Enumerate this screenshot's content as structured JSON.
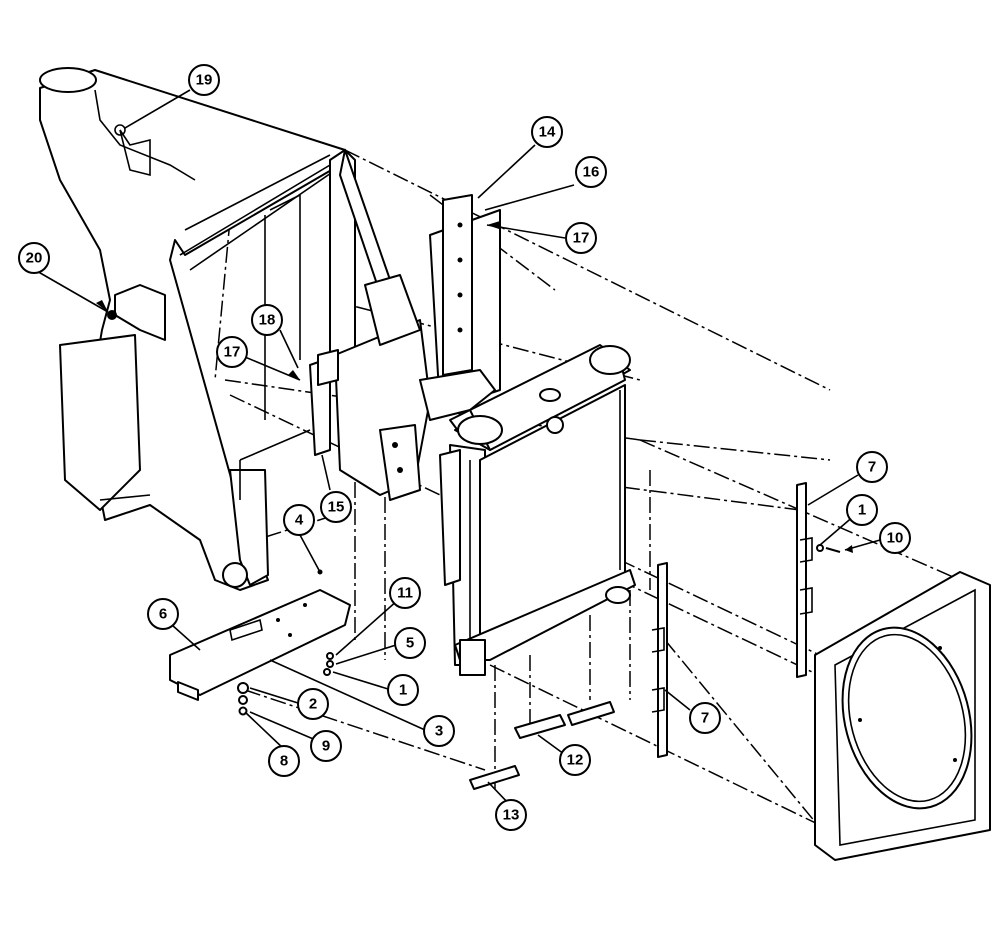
{
  "diagram": {
    "callouts": [
      {
        "id": "c19",
        "label": "19"
      },
      {
        "id": "c20",
        "label": "20"
      },
      {
        "id": "c14",
        "label": "14"
      },
      {
        "id": "c16",
        "label": "16"
      },
      {
        "id": "c17a",
        "label": "17"
      },
      {
        "id": "c18",
        "label": "18"
      },
      {
        "id": "c17b",
        "label": "17"
      },
      {
        "id": "c15",
        "label": "15"
      },
      {
        "id": "c7a",
        "label": "7"
      },
      {
        "id": "c1a",
        "label": "1"
      },
      {
        "id": "c10",
        "label": "10"
      },
      {
        "id": "c4",
        "label": "4"
      },
      {
        "id": "c11",
        "label": "11"
      },
      {
        "id": "c6",
        "label": "6"
      },
      {
        "id": "c5",
        "label": "5"
      },
      {
        "id": "c1b",
        "label": "1"
      },
      {
        "id": "c2",
        "label": "2"
      },
      {
        "id": "c3",
        "label": "3"
      },
      {
        "id": "c9",
        "label": "9"
      },
      {
        "id": "c8",
        "label": "8"
      },
      {
        "id": "c7b",
        "label": "7"
      },
      {
        "id": "c12",
        "label": "12"
      },
      {
        "id": "c13",
        "label": "13"
      }
    ]
  }
}
